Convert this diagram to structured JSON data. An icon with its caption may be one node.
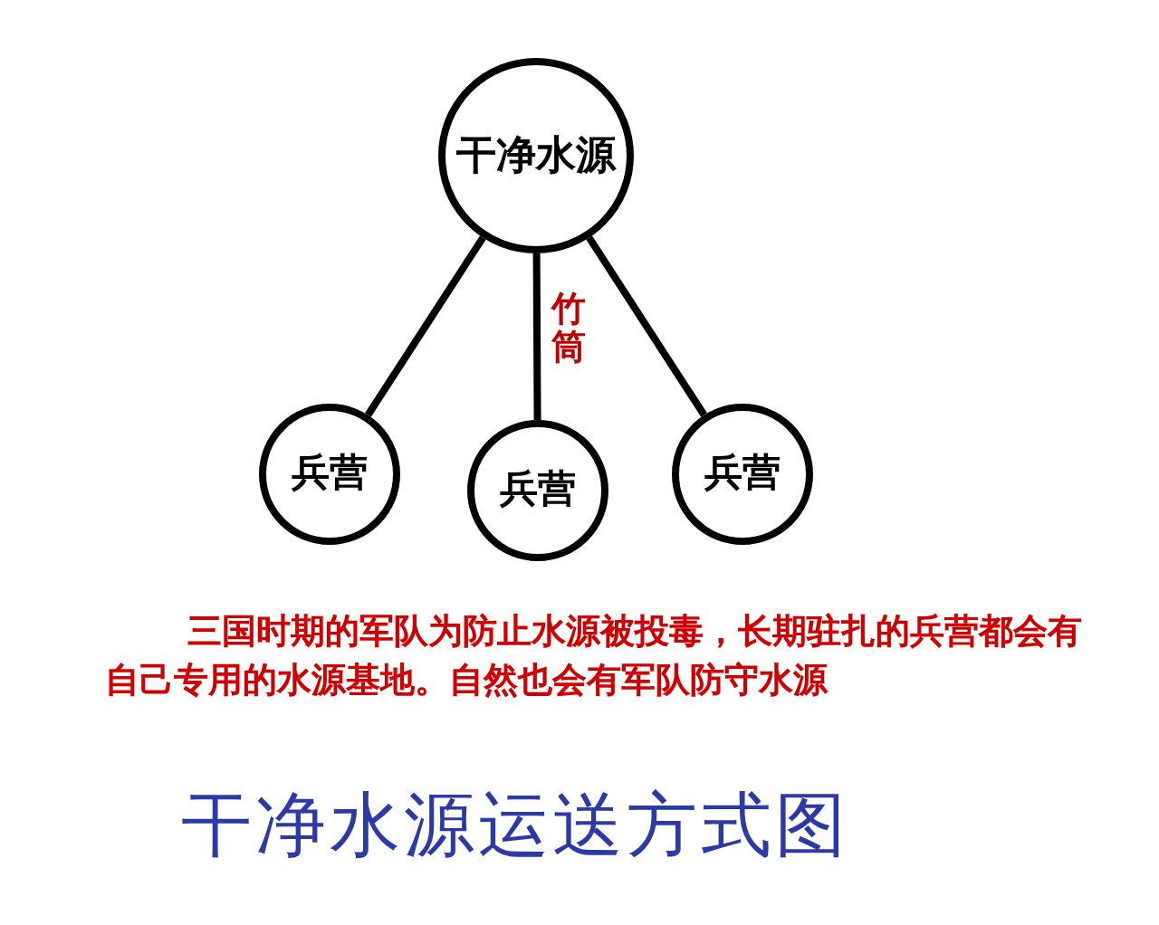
{
  "diagram": {
    "title": "干净水源运送方式图",
    "nodes": [
      {
        "text": [
          "干净水源"
        ]
      },
      {
        "text": [
          "兵营"
        ]
      },
      {
        "text": [
          "兵营"
        ]
      },
      {
        "text": [
          "兵营"
        ]
      }
    ],
    "edges": [
      {
        "from": 0,
        "to": 1,
        "arrow": "none"
      },
      {
        "from": 0,
        "to": 2,
        "arrow": "none",
        "label": "竹筒"
      },
      {
        "from": 0,
        "to": 3,
        "arrow": "none"
      }
    ],
    "labels": [
      "三国时期的军队为防止水源被投毒，长期驻扎的兵营都会有自己专用的水源基地。自然也会有军队防守水源"
    ]
  }
}
